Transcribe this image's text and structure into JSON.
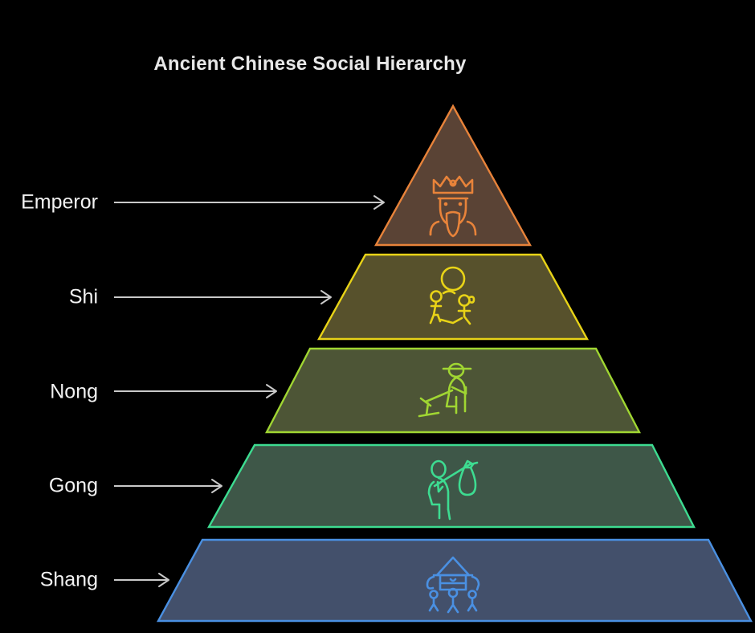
{
  "chart_data": {
    "type": "pyramid",
    "title": "Ancient Chinese Social Hierarchy",
    "background_color": "#000000",
    "title_color": "#e8e8e8",
    "connector_color": "#c9c9c9",
    "orientation": "top-to-bottom",
    "level_count": 5,
    "levels": [
      {
        "rank": 1,
        "label": "Emperor",
        "icon": "emperor-crown-icon",
        "stroke_color": "#e8833a",
        "fill_color": "#5a4335",
        "shape": "triangle",
        "relative_width": 1
      },
      {
        "rank": 2,
        "label": "Shi",
        "icon": "scholars-icon",
        "stroke_color": "#e8d317",
        "fill_color": "#57512c",
        "shape": "trapezoid",
        "relative_width": 2
      },
      {
        "rank": 3,
        "label": "Nong",
        "icon": "farmer-icon",
        "stroke_color": "#a0d632",
        "fill_color": "#4d5536",
        "shape": "trapezoid",
        "relative_width": 3
      },
      {
        "rank": 4,
        "label": "Gong",
        "icon": "artisan-bundle-icon",
        "stroke_color": "#3ddc91",
        "fill_color": "#3e5748",
        "shape": "trapezoid",
        "relative_width": 4
      },
      {
        "rank": 5,
        "label": "Shang",
        "icon": "merchant-market-icon",
        "stroke_color": "#4a90e2",
        "fill_color": "#43506b",
        "shape": "trapezoid",
        "relative_width": 5
      }
    ]
  }
}
